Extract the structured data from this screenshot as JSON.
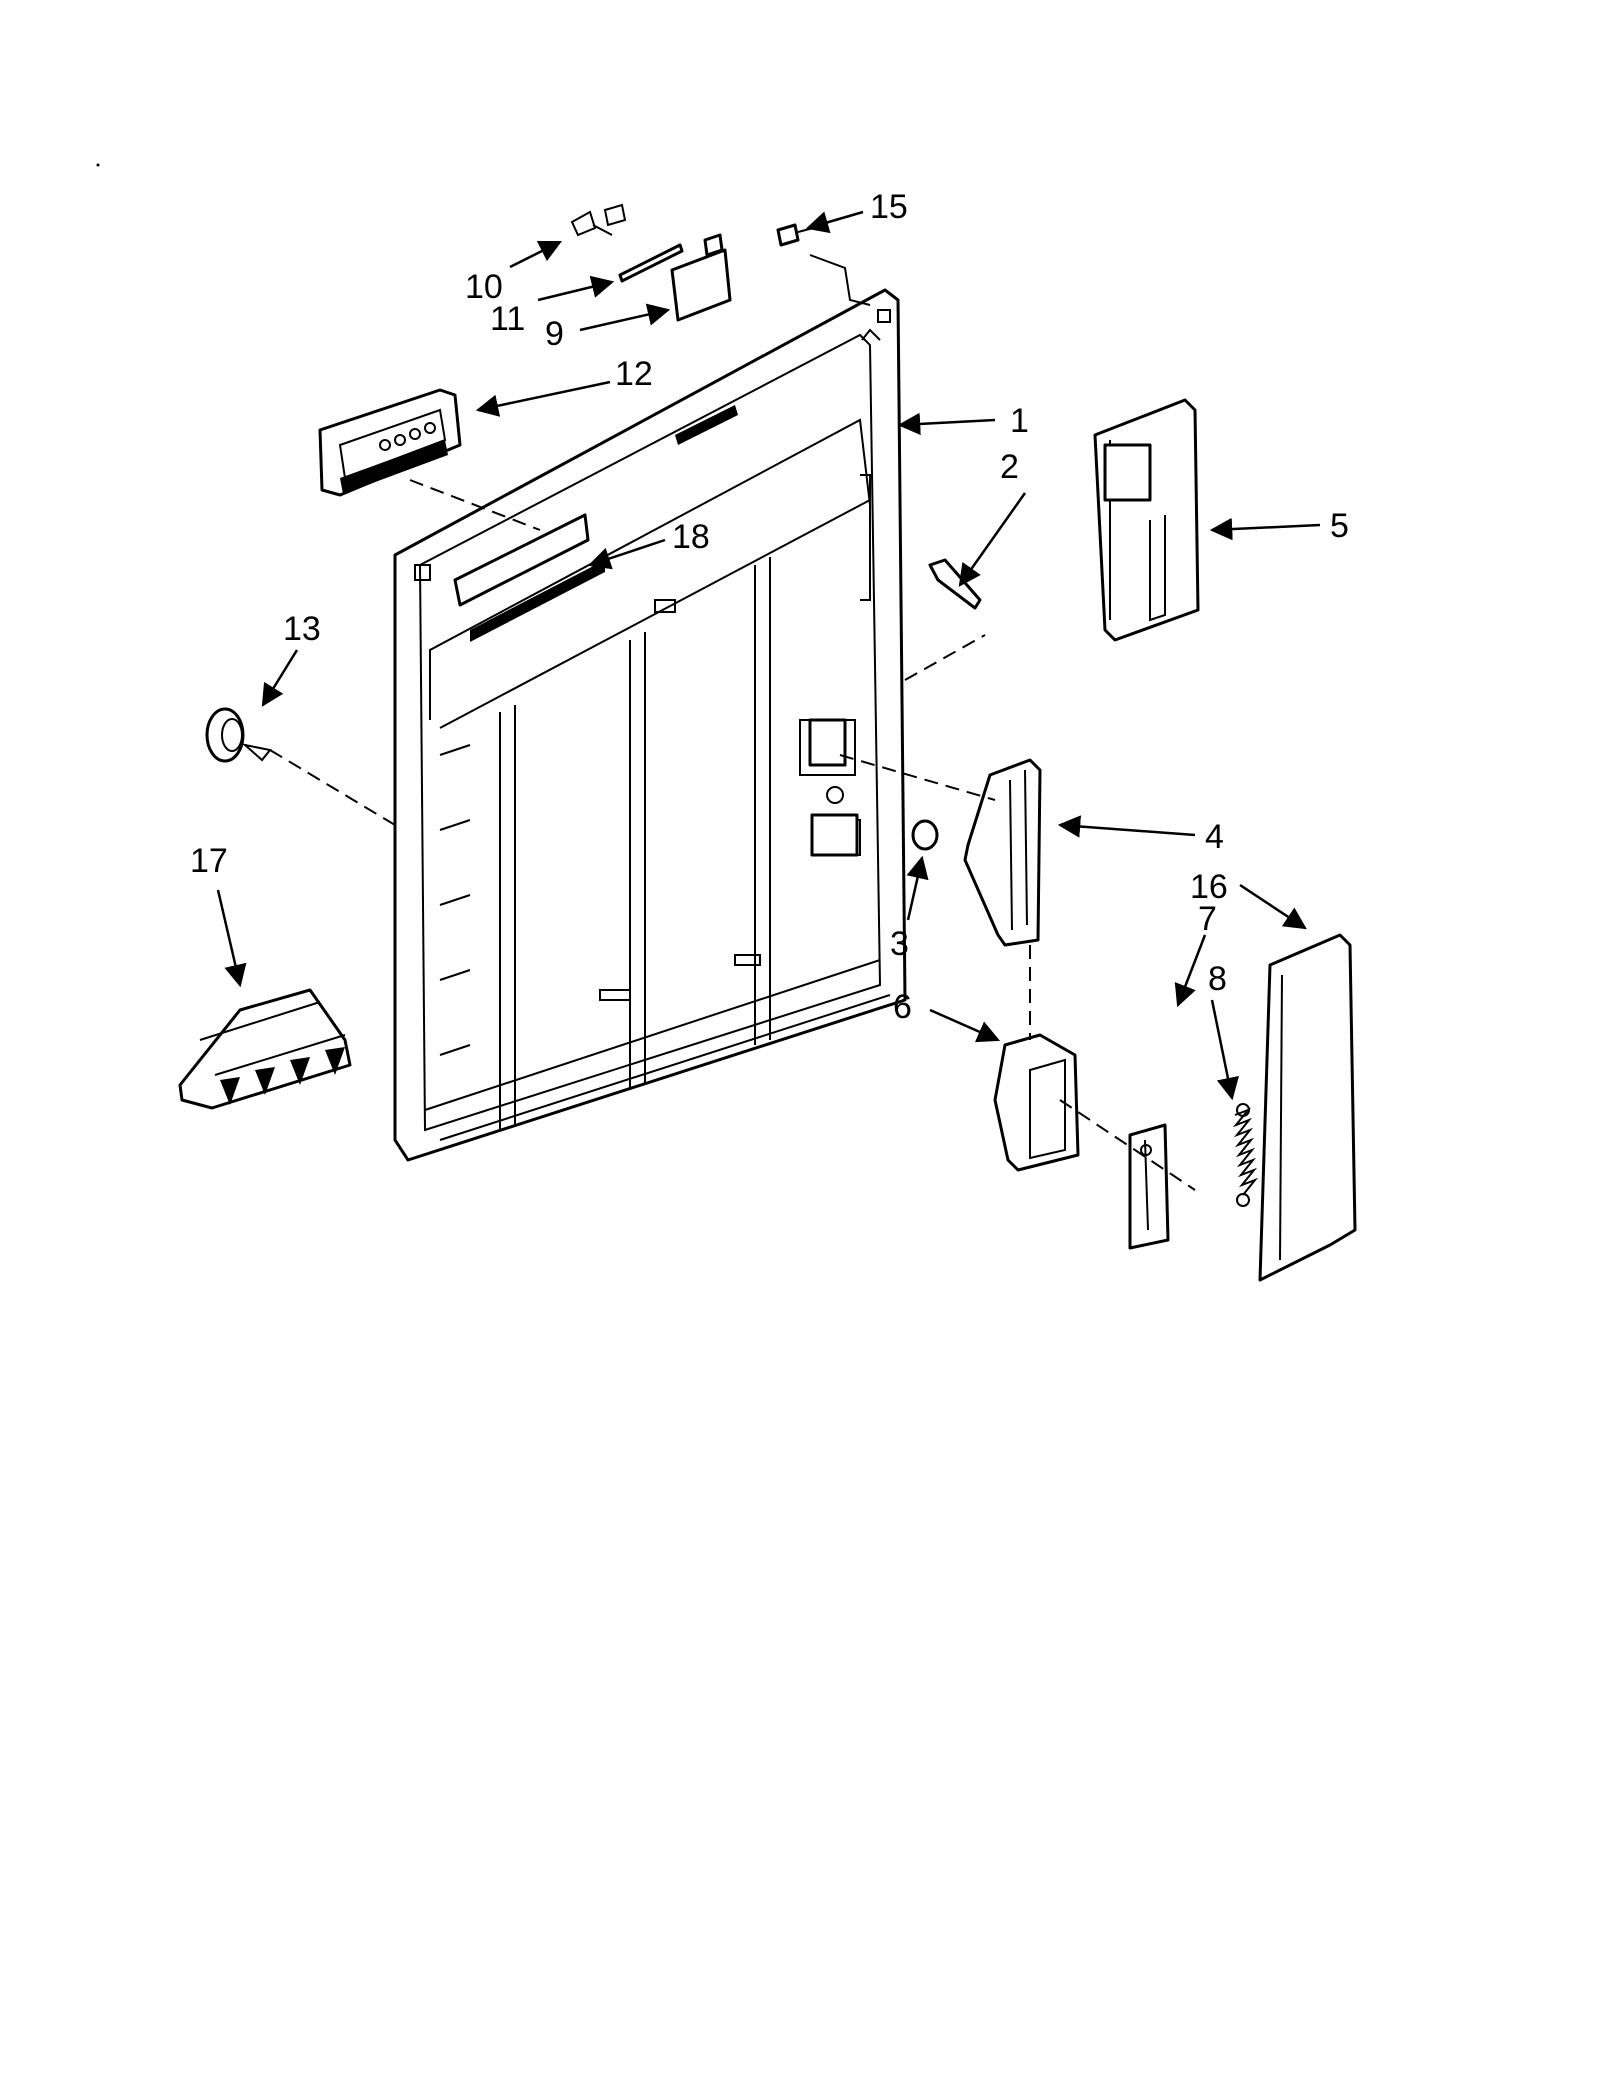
{
  "callouts": [
    {
      "id": "1",
      "label": "1"
    },
    {
      "id": "2",
      "label": "2"
    },
    {
      "id": "3",
      "label": "3"
    },
    {
      "id": "4",
      "label": "4"
    },
    {
      "id": "5",
      "label": "5"
    },
    {
      "id": "6",
      "label": "6"
    },
    {
      "id": "7",
      "label": "7"
    },
    {
      "id": "8",
      "label": "8"
    },
    {
      "id": "9",
      "label": "9"
    },
    {
      "id": "10",
      "label": "10"
    },
    {
      "id": "11",
      "label": "11"
    },
    {
      "id": "12",
      "label": "12"
    },
    {
      "id": "13",
      "label": "13"
    },
    {
      "id": "15",
      "label": "15"
    },
    {
      "id": "16",
      "label": "16"
    },
    {
      "id": "17",
      "label": "17"
    },
    {
      "id": "18",
      "label": "18"
    }
  ]
}
